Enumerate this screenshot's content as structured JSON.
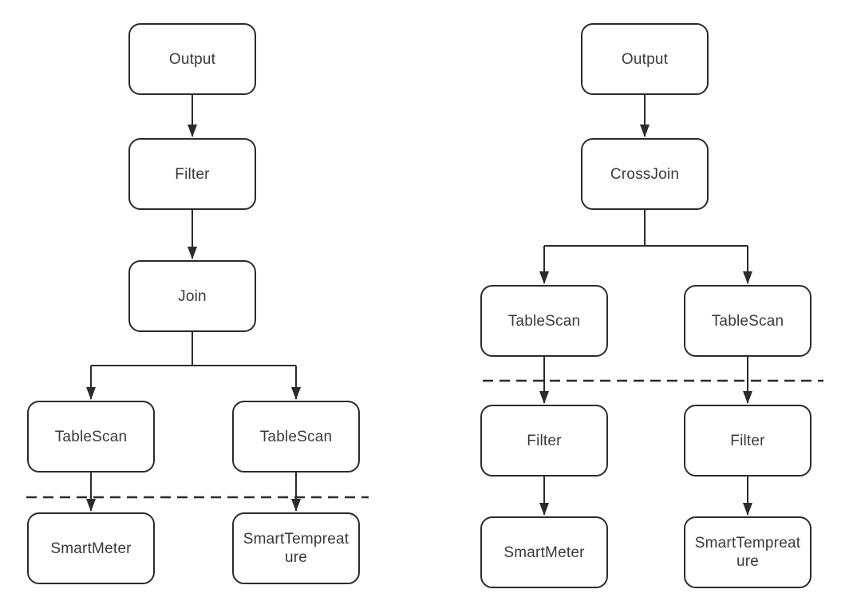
{
  "diagram": {
    "background": "#ffffff",
    "line_color": "#2b2b2b",
    "node_fill": "#ffffff",
    "node_border_color": "#2b2b2b",
    "text_color": "#3a3a3a",
    "left_plan": {
      "nodes": {
        "output": "Output",
        "filter": "Filter",
        "join": "Join",
        "tablescan_left": "TableScan",
        "tablescan_right": "TableScan",
        "smartmeter": "SmartMeter",
        "smarttempreature": "SmartTempreature"
      },
      "edges": [
        {
          "from": "output",
          "to": "filter"
        },
        {
          "from": "filter",
          "to": "join"
        },
        {
          "from": "join",
          "to": "tablescan_left"
        },
        {
          "from": "join",
          "to": "tablescan_right"
        },
        {
          "from": "tablescan_left",
          "to": "smartmeter"
        },
        {
          "from": "tablescan_right",
          "to": "smarttempreature"
        }
      ],
      "divider": {
        "style": "dashed",
        "position": "between TableScan row and SmartMeter/SmartTempreature row"
      }
    },
    "right_plan": {
      "nodes": {
        "output": "Output",
        "crossjoin": "CrossJoin",
        "tablescan_left": "TableScan",
        "tablescan_right": "TableScan",
        "filter_left": "Filter",
        "filter_right": "Filter",
        "smartmeter": "SmartMeter",
        "smarttempreature": "SmartTempreature"
      },
      "edges": [
        {
          "from": "output",
          "to": "crossjoin"
        },
        {
          "from": "crossjoin",
          "to": "tablescan_left"
        },
        {
          "from": "crossjoin",
          "to": "tablescan_right"
        },
        {
          "from": "tablescan_left",
          "to": "filter_left"
        },
        {
          "from": "tablescan_right",
          "to": "filter_right"
        },
        {
          "from": "filter_left",
          "to": "smartmeter"
        },
        {
          "from": "filter_right",
          "to": "smarttempreature"
        }
      ],
      "divider": {
        "style": "dashed",
        "position": "between TableScan row and Filter row"
      }
    }
  }
}
